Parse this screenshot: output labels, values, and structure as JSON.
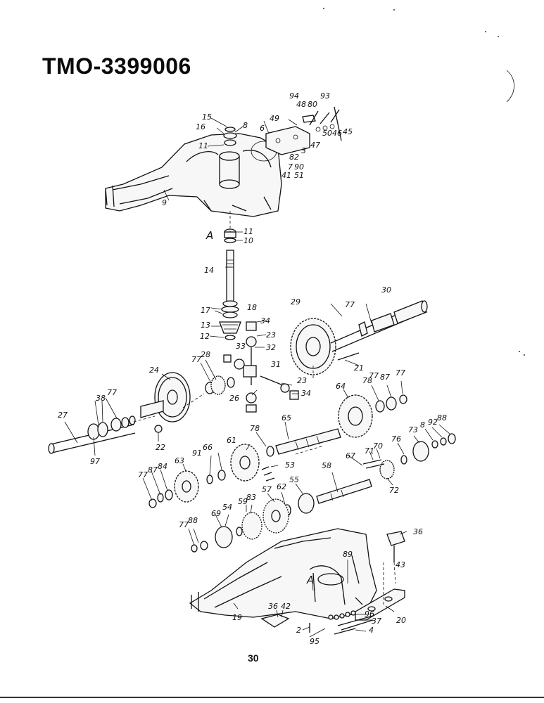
{
  "document": {
    "title": "TMO-3399006",
    "page_number": "30"
  },
  "callouts": [
    "94",
    "93",
    "48",
    "80",
    "15",
    "8",
    "49",
    "16",
    "6",
    "50",
    "46",
    "45",
    "11",
    "82",
    "3",
    "47",
    "7",
    "90",
    "41",
    "51",
    "9",
    "A",
    "11",
    "10",
    "14",
    "17",
    "18",
    "13",
    "12",
    "34",
    "23",
    "33",
    "32",
    "30",
    "29",
    "77",
    "21",
    "77",
    "28",
    "24",
    "31",
    "23",
    "34",
    "26",
    "64",
    "78",
    "77",
    "87",
    "77",
    "38",
    "77",
    "27",
    "97",
    "22",
    "65",
    "78",
    "61",
    "66",
    "91",
    "63",
    "84",
    "87",
    "77",
    "53",
    "67",
    "71",
    "70",
    "76",
    "73",
    "8",
    "92",
    "88",
    "58",
    "72",
    "55",
    "62",
    "57",
    "59",
    "83",
    "54",
    "69",
    "88",
    "77",
    "36",
    "89",
    "43",
    "A",
    "36",
    "42",
    "19",
    "2",
    "95",
    "96",
    "37",
    "4",
    "20"
  ],
  "labels": {
    "housing_mark": "A",
    "case_mark": "A"
  }
}
